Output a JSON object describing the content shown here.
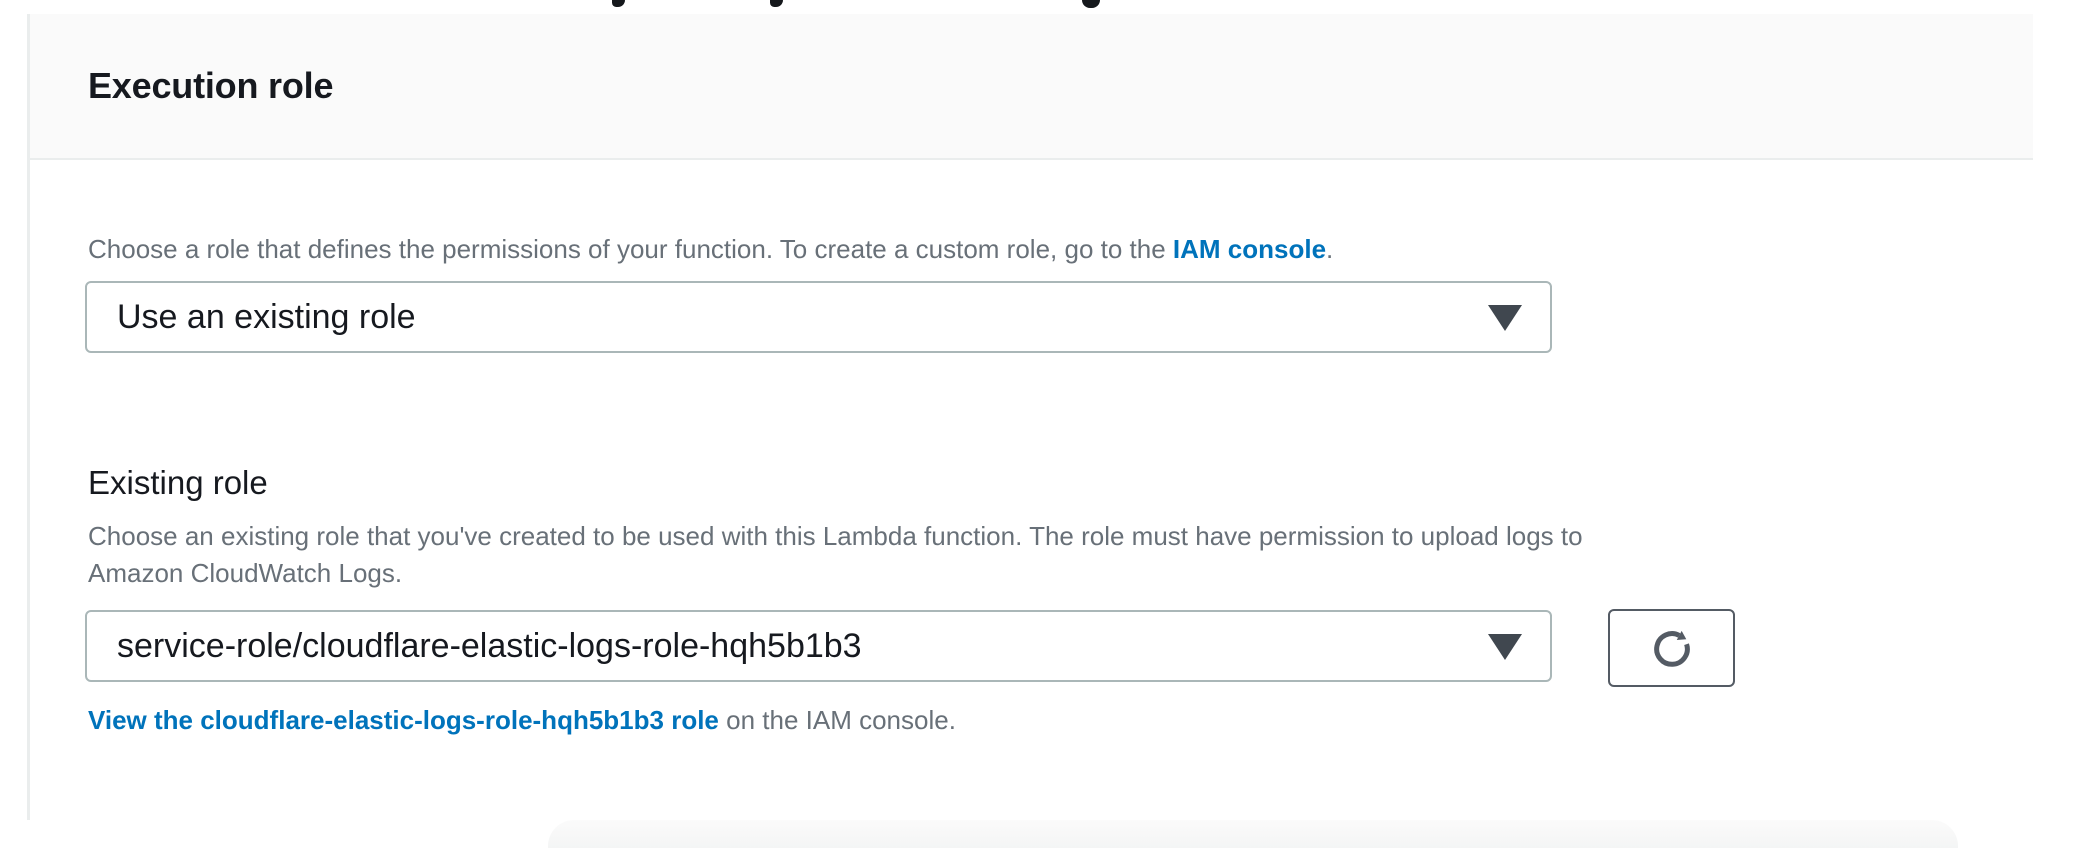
{
  "card": {
    "title": "Execution role"
  },
  "role_source": {
    "description_prefix": "Choose a role that defines the permissions of your function. To create a custom role, go to the ",
    "iam_console_link": "IAM console",
    "description_suffix": ".",
    "select_value": "Use an existing role"
  },
  "existing_role": {
    "label": "Existing role",
    "description_line1": "Choose an existing role that you've created to be used with this Lambda function. The role must have permission to upload logs to",
    "description_line2": "Amazon CloudWatch Logs.",
    "select_value": "service-role/cloudflare-elastic-logs-role-hqh5b1b3",
    "view_role_link": "View the cloudflare-elastic-logs-role-hqh5b1b3 role",
    "view_role_suffix": " on the IAM console."
  },
  "icons": {
    "dropdown_caret": "caret-down-icon",
    "refresh": "refresh-icon"
  },
  "colors": {
    "link_blue": "#0073bb",
    "text_dark": "#16191f",
    "text_gray": "#687078",
    "header_bg": "#fafafa",
    "divider": "#eaeded",
    "select_border": "#aab7b8",
    "button_border": "#545b64"
  }
}
